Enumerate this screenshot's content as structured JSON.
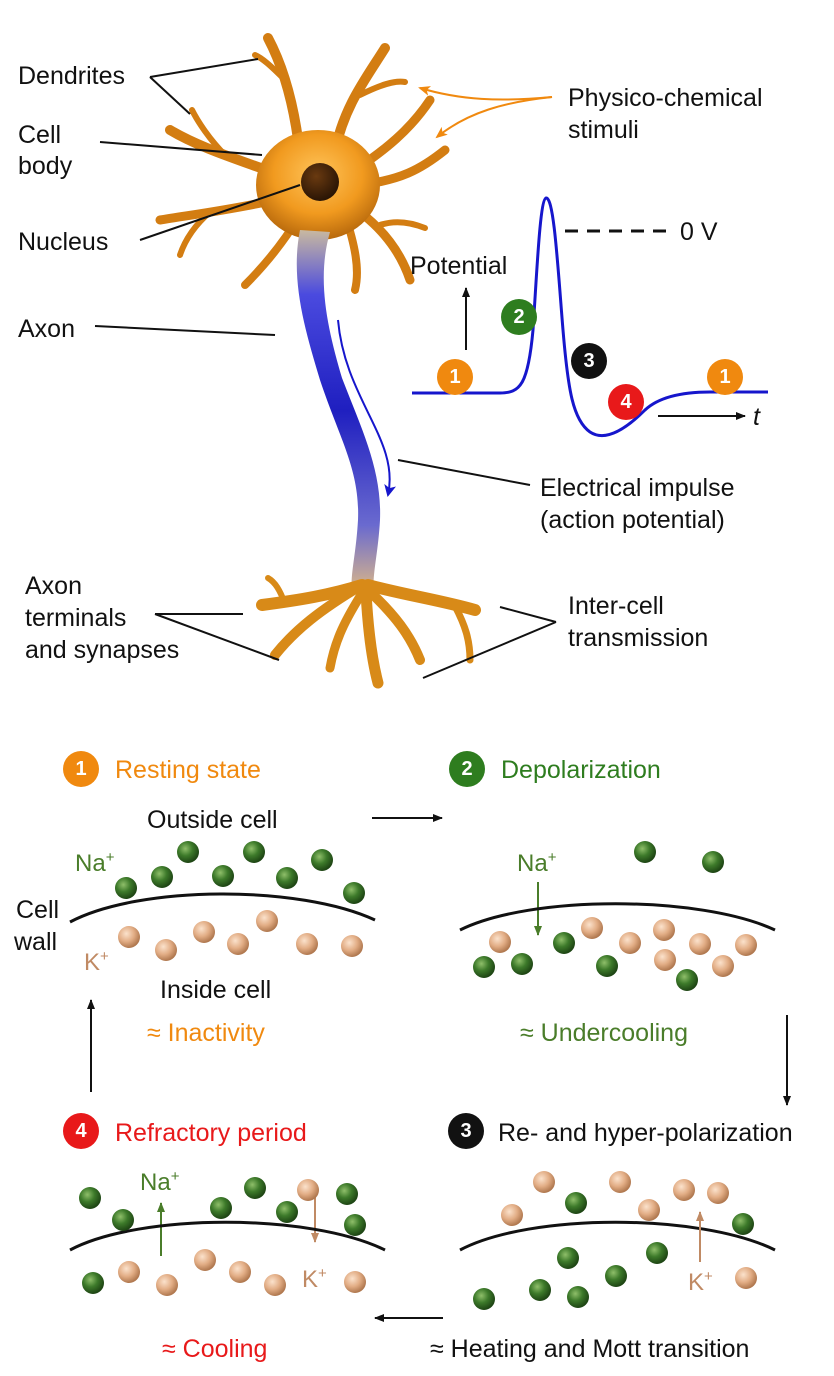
{
  "colors": {
    "orange": "#f0890f",
    "green": "#2e7d1f",
    "black": "#111111",
    "red": "#e8191a",
    "na_ion": "#3d6b2a",
    "k_ion": "#e0aa84",
    "impulse_blue": "#1616cc",
    "label_green": "#4a7d2a",
    "label_tan": "#c08a64"
  },
  "neuron_labels": {
    "dendrites": "Dendrites",
    "cell": "Cell",
    "body": "body",
    "nucleus": "Nucleus",
    "axon": "Axon",
    "axon_terminals": [
      "Axon",
      "terminals",
      "and synapses"
    ],
    "stimuli": [
      "Physico-chemical",
      "stimuli"
    ],
    "impulse": [
      "Electrical impulse",
      "(action potential)"
    ],
    "transmission": [
      "Inter-cell",
      "transmission"
    ]
  },
  "action_potential_plot": {
    "y_label": "Potential",
    "x_label": "t",
    "zero_label": "0 V",
    "phase_markers": [
      "1",
      "2",
      "3",
      "4",
      "1"
    ]
  },
  "states": {
    "resting": {
      "number": "1",
      "title": "Resting state",
      "analogy": "≈ Inactivity",
      "outside": "Outside cell",
      "inside": "Inside cell",
      "cell_wall": [
        "Cell",
        "wall"
      ],
      "na": "Na",
      "k": "K",
      "sup": "+"
    },
    "depolarization": {
      "number": "2",
      "title": "Depolarization",
      "analogy": "≈ Undercooling",
      "na": "Na",
      "sup": "+"
    },
    "repolarization": {
      "number": "3",
      "title": "Re- and hyper-polarization",
      "analogy": "≈ Heating and Mott transition",
      "k": "K",
      "sup": "+"
    },
    "refractory": {
      "number": "4",
      "title": "Refractory period",
      "analogy": "≈ Cooling",
      "na": "Na",
      "k": "K",
      "sup": "+"
    }
  }
}
